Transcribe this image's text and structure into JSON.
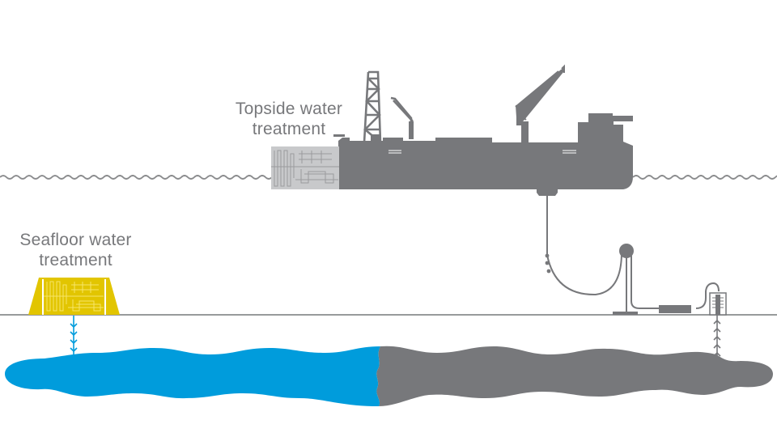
{
  "labels": {
    "topside_line1": "Topside water",
    "topside_line2": "treatment",
    "seafloor_line1": "Seafloor water",
    "seafloor_line2": "treatment"
  },
  "colors": {
    "vessel": "#77787b",
    "topside_module": "#c8c9cb",
    "seafloor_module": "#e2c500",
    "injected_water": "#009cdc",
    "reservoir_oil": "#77787b",
    "seabed_line": "#8a8b8d",
    "text": "#77787b"
  }
}
